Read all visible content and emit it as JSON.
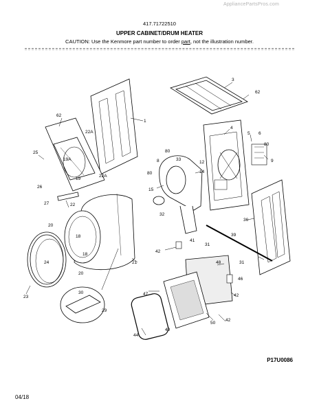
{
  "site": "AppliancePartsPros.com",
  "model": "417.71722510",
  "title": "UPPER CABINET/DRUM HEATER",
  "caution": {
    "prefix": "CAUTION: Use the Kenmore part number to order ",
    "underlined": "part",
    "suffix": ", not the illustration number."
  },
  "figure_id": "P17U0086",
  "date": "04/18",
  "callouts": {
    "c1": "1",
    "c3": "3",
    "c4": "4",
    "c5": "5",
    "c6": "6",
    "c9": "9",
    "c12": "12",
    "c14": "14",
    "c15": "15",
    "c18a": "18",
    "c18b": "18",
    "c19": "19",
    "c19a": "19A",
    "c20a": "20",
    "c20b": "20",
    "c21": "21",
    "c22": "22",
    "c22a1": "22A",
    "c22a2": "22A",
    "c23": "23",
    "c24": "24",
    "c25": "25",
    "c26": "26",
    "c27": "27",
    "c29": "29",
    "c30": "30",
    "c31a": "31",
    "c31b": "31",
    "c32": "32",
    "c33": "33",
    "c36": "36",
    "c39": "39",
    "c41": "41",
    "c42a": "42",
    "c42b": "42",
    "c42c": "42",
    "c44": "44",
    "c46": "46",
    "c47": "47",
    "c48": "48",
    "c49": "49",
    "c50": "50",
    "c62a": "62",
    "c62b": "62",
    "c80a": "80",
    "c80b": "80",
    "c80c": "80",
    "c8": "8"
  }
}
